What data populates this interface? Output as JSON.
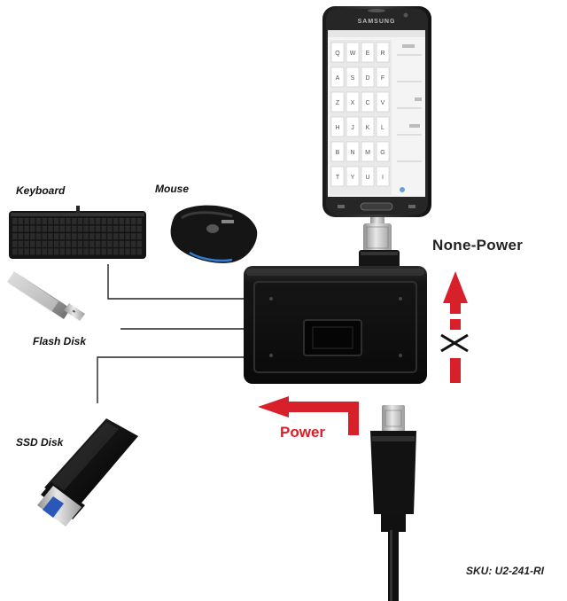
{
  "phone": {
    "brand": "SAMSUNG",
    "keyboard_rows": [
      [
        "Q",
        "W",
        "E",
        "R"
      ],
      [
        "A",
        "S",
        "D",
        "F"
      ],
      [
        "Z",
        "X",
        "C",
        "V"
      ],
      [
        "H",
        "J",
        "K",
        "L"
      ],
      [
        "B",
        "N",
        "M",
        "G"
      ],
      [
        "T",
        "Y",
        "U",
        "I"
      ]
    ]
  },
  "labels": {
    "keyboard": "Keyboard",
    "mouse": "Mouse",
    "flash_disk": "Flash Disk",
    "ssd_disk": "SSD Disk",
    "none_power": "None-Power",
    "power": "Power",
    "x_mark": "X",
    "sku": "SKU: U2-241-RI"
  },
  "colors": {
    "arrow_red": "#d8202a",
    "device_black": "#111111",
    "line_gray": "#222222"
  }
}
